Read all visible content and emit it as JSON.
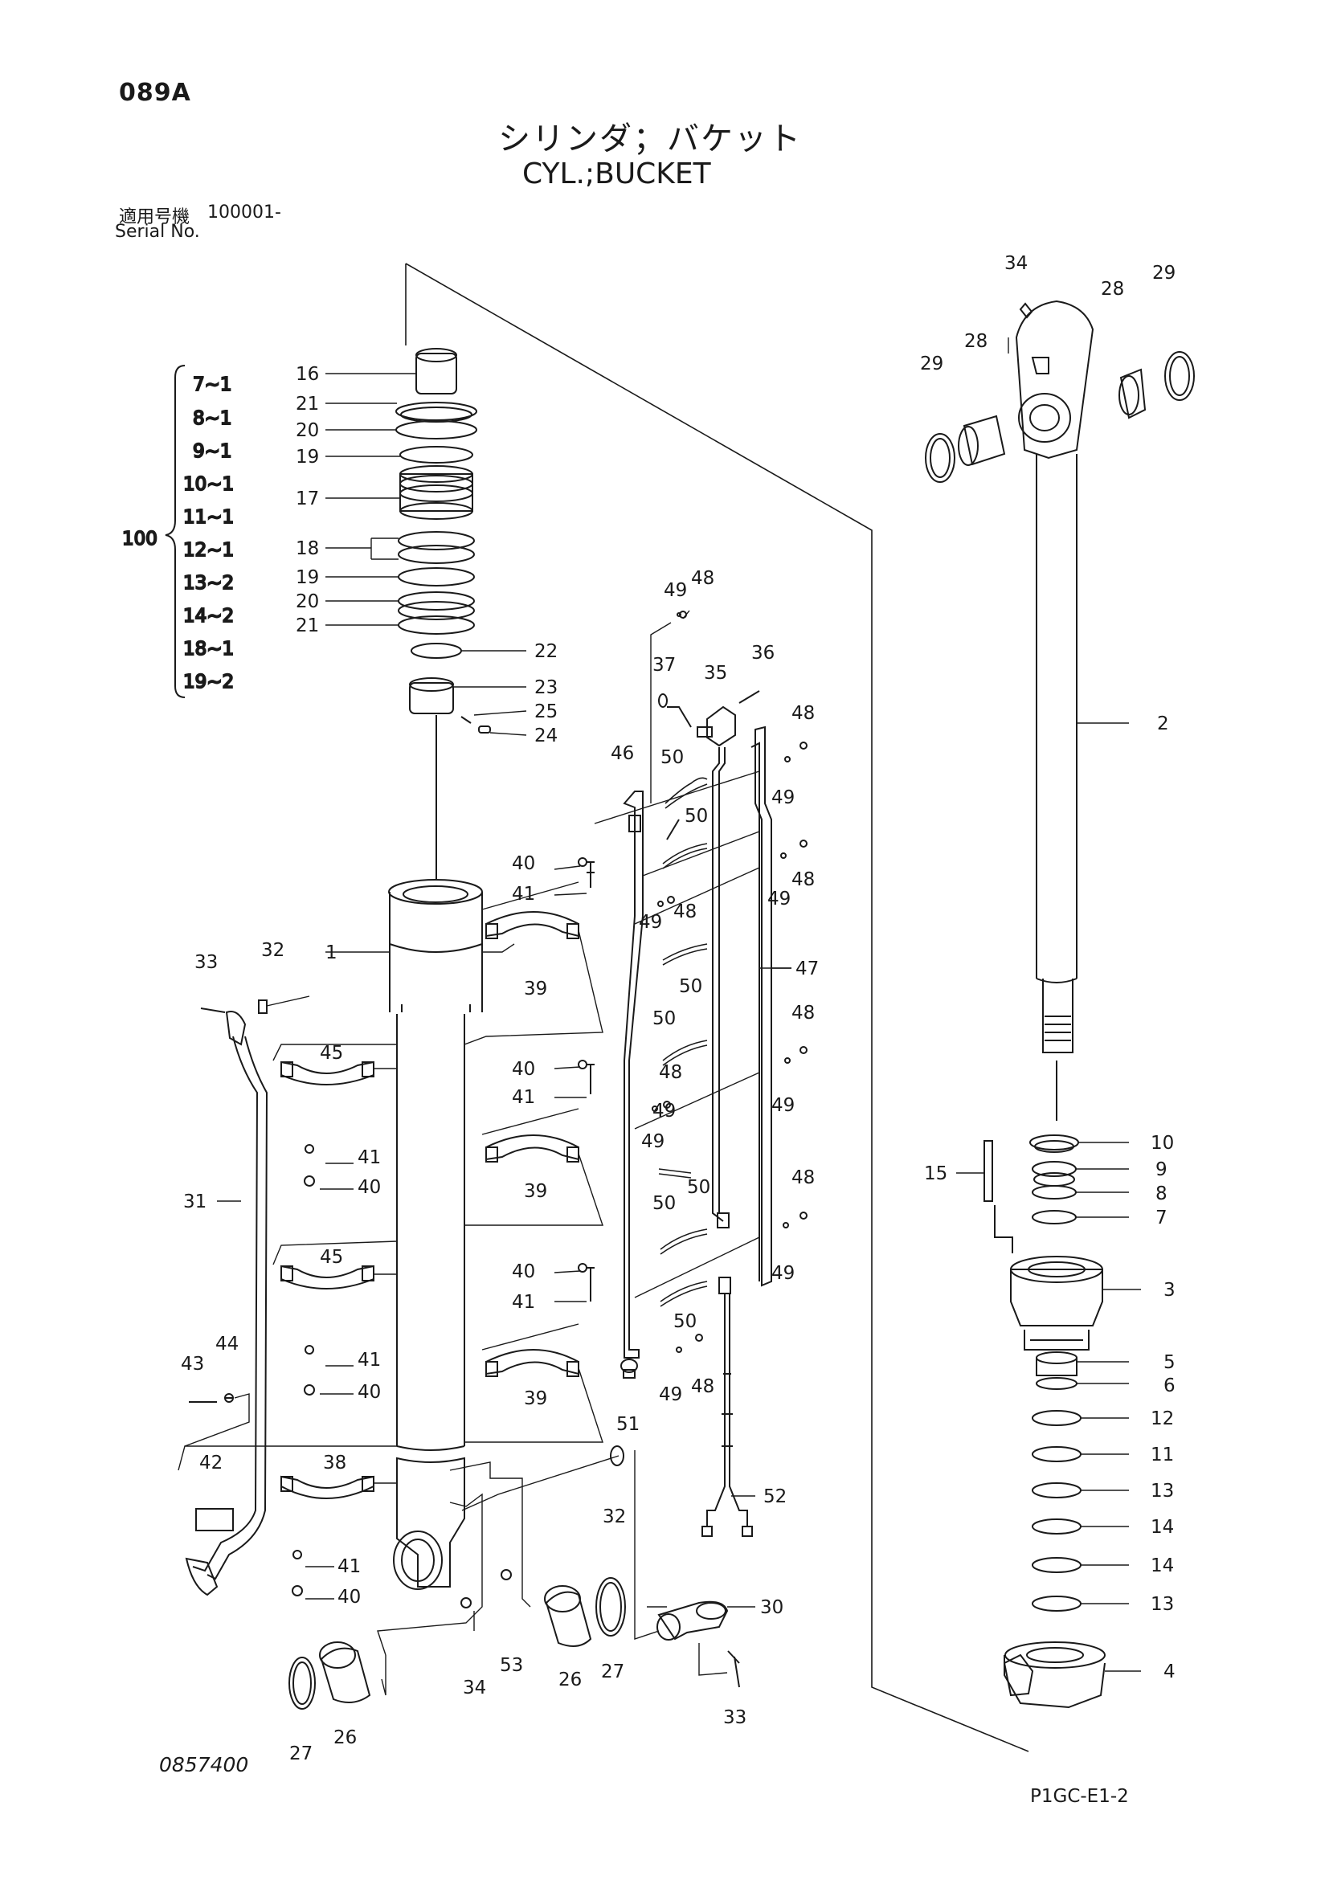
{
  "header": {
    "page_code": "089A",
    "title_jp": "シリンダ；バケット",
    "title_en": "CYL.;BUCKET",
    "serial_label_jp": "適用号機",
    "serial_label_en": "Serial No.",
    "serial_value": "100001-"
  },
  "footer": {
    "drawing_number": "0857400",
    "sheet_code": "P1GC-E1-2"
  },
  "kit": {
    "number": "100",
    "items": [
      "7~1",
      "8~1",
      "9~1",
      "10~1",
      "11~1",
      "12~1",
      "13~2",
      "14~2",
      "18~1",
      "19~2"
    ]
  },
  "callouts": {
    "c1": "1",
    "c2": "2",
    "c3": "3",
    "c4": "4",
    "c5": "5",
    "c6": "6",
    "c7": "7",
    "c8": "8",
    "c9": "9",
    "c10": "10",
    "c11": "11",
    "c12": "12",
    "c13a": "13",
    "c13b": "13",
    "c14a": "14",
    "c14b": "14",
    "c15": "15",
    "c16": "16",
    "c17": "17",
    "c18": "18",
    "c19a": "19",
    "c19b": "19",
    "c20a": "20",
    "c20b": "20",
    "c21a": "21",
    "c21b": "21",
    "c22": "22",
    "c23": "23",
    "c24": "24",
    "c25": "25",
    "c26a": "26",
    "c26b": "26",
    "c27a": "27",
    "c27b": "27",
    "c28a": "28",
    "c28b": "28",
    "c29a": "29",
    "c29b": "29",
    "c30": "30",
    "c31": "31",
    "c32a": "32",
    "c32b": "32",
    "c33a": "33",
    "c33b": "33",
    "c34a": "34",
    "c34b": "34",
    "c35": "35",
    "c36": "36",
    "c37": "37",
    "c38": "38",
    "c39a": "39",
    "c39b": "39",
    "c39c": "39",
    "c40a": "40",
    "c40b": "40",
    "c40c": "40",
    "c40d": "40",
    "c40e": "40",
    "c40f": "40",
    "c41a": "41",
    "c41b": "41",
    "c41c": "41",
    "c41d": "41",
    "c41e": "41",
    "c41f": "41",
    "c42": "42",
    "c43": "43",
    "c44": "44",
    "c45a": "45",
    "c45b": "45",
    "c46": "46",
    "c47": "47",
    "c48a": "48",
    "c48b": "48",
    "c48c": "48",
    "c48d": "48",
    "c48e": "48",
    "c48f": "48",
    "c48g": "48",
    "c48h": "48",
    "c49a": "49",
    "c49b": "49",
    "c49c": "49",
    "c49d": "49",
    "c49e": "49",
    "c49f": "49",
    "c49g": "49",
    "c49h": "49",
    "c49i": "49",
    "c50a": "50",
    "c50b": "50",
    "c50c": "50",
    "c50d": "50",
    "c50e": "50",
    "c50f": "50",
    "c50g": "50",
    "c51": "51",
    "c52": "52",
    "c53": "53"
  }
}
